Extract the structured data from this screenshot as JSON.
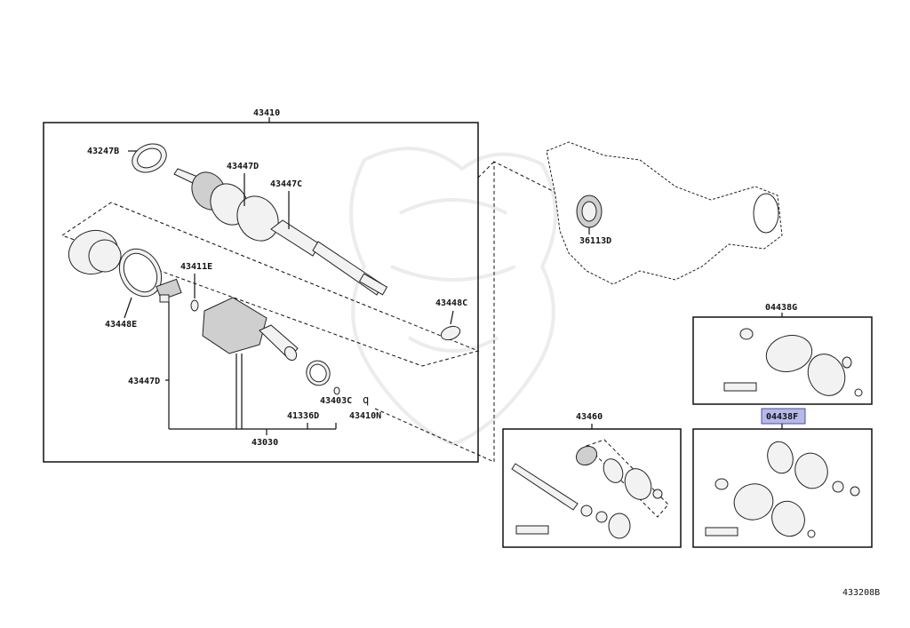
{
  "diagram_id": "433208B",
  "assembly_label": "43410",
  "labels": {
    "p43410": "43410",
    "p43247B": "43247B",
    "p43447D_top": "43447D",
    "p43447C": "43447C",
    "p43411E": "43411E",
    "p43448E": "43448E",
    "p43448C": "43448C",
    "p43447D_left": "43447D",
    "p43403C": "43403C",
    "p41336D": "41336D",
    "p43410N": "43410N",
    "p43030": "43030",
    "p36113D": "36113D",
    "p04438G": "04438G",
    "p04438F": "04438F",
    "p43460": "43460"
  },
  "highlighted_part": "04438F"
}
